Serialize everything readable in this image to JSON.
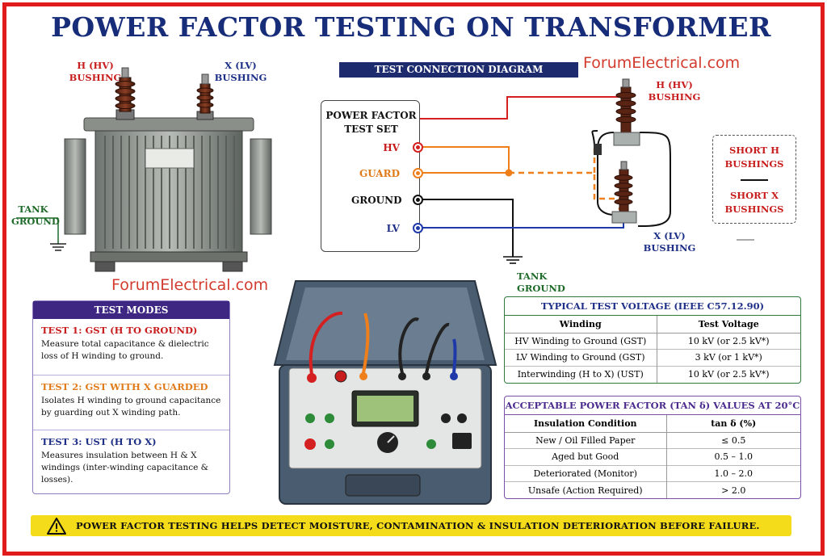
{
  "title": "POWER FACTOR TESTING ON TRANSFORMER",
  "watermark": "ForumElectrical.com",
  "transformer": {
    "hv_bushing": [
      "H (HV)",
      "BUSHING"
    ],
    "lv_bushing": [
      "X (LV)",
      "BUSHING"
    ],
    "tank_ground": [
      "TANK",
      "GROUND"
    ]
  },
  "diagram": {
    "banner": "TEST CONNECTION DIAGRAM",
    "test_set_title": [
      "POWER FACTOR",
      "TEST SET"
    ],
    "terminals": {
      "hv": "HV",
      "guard": "GUARD",
      "ground": "GROUND",
      "lv": "LV"
    },
    "hv_bushing": [
      "H (HV)",
      "BUSHING"
    ],
    "lv_bushing": [
      "X (LV)",
      "BUSHING"
    ],
    "tank_ground": "TANK GROUND",
    "short_h": [
      "SHORT H",
      "BUSHINGS"
    ],
    "short_x": [
      "SHORT X",
      "BUSHINGS"
    ],
    "colors": {
      "hv": "#d42020",
      "guard": "#ef7f1a",
      "ground": "#111111",
      "lv": "#1f3aa8"
    }
  },
  "test_modes": {
    "heading": "TEST MODES",
    "items": [
      {
        "title": "TEST 1: GST (H TO GROUND)",
        "desc": "Measure total capacitance & dielectric loss of H winding to ground.",
        "color": "#c81d1d"
      },
      {
        "title": "TEST 2: GST WITH X GUARDED",
        "desc": "Isolates H winding to ground capacitance by guarding out X winding path.",
        "color": "#e07b1a"
      },
      {
        "title": "TEST 3: UST (H TO X)",
        "desc": "Measures insulation between H & X windings (inter-winding capacitance & losses).",
        "color": "#1d2f86"
      }
    ]
  },
  "test_voltage": {
    "heading": "TYPICAL TEST VOLTAGE (IEEE C57.12.90)",
    "columns": [
      "Winding",
      "Test Voltage"
    ],
    "rows": [
      [
        "HV Winding to Ground (GST)",
        "10 kV (or 2.5 kV*)"
      ],
      [
        "LV Winding to Ground (GST)",
        "3 kV (or 1 kV*)"
      ],
      [
        "Interwinding (H to X) (UST)",
        "10 kV (or 2.5 kV*)"
      ]
    ]
  },
  "power_factor": {
    "heading": "ACCEPTABLE POWER FACTOR (TAN δ) VALUES AT 20°C",
    "columns": [
      "Insulation Condition",
      "tan δ (%)"
    ],
    "rows": [
      [
        "New / Oil Filled Paper",
        "≤ 0.5"
      ],
      [
        "Aged but Good",
        "0.5 – 1.0"
      ],
      [
        "Deteriorated (Monitor)",
        "1.0 – 2.0"
      ],
      [
        "Unsafe (Action Required)",
        "> 2.0"
      ]
    ]
  },
  "footer": "POWER FACTOR TESTING HELPS DETECT MOISTURE, CONTAMINATION & INSULATION DETERIORATION BEFORE FAILURE."
}
